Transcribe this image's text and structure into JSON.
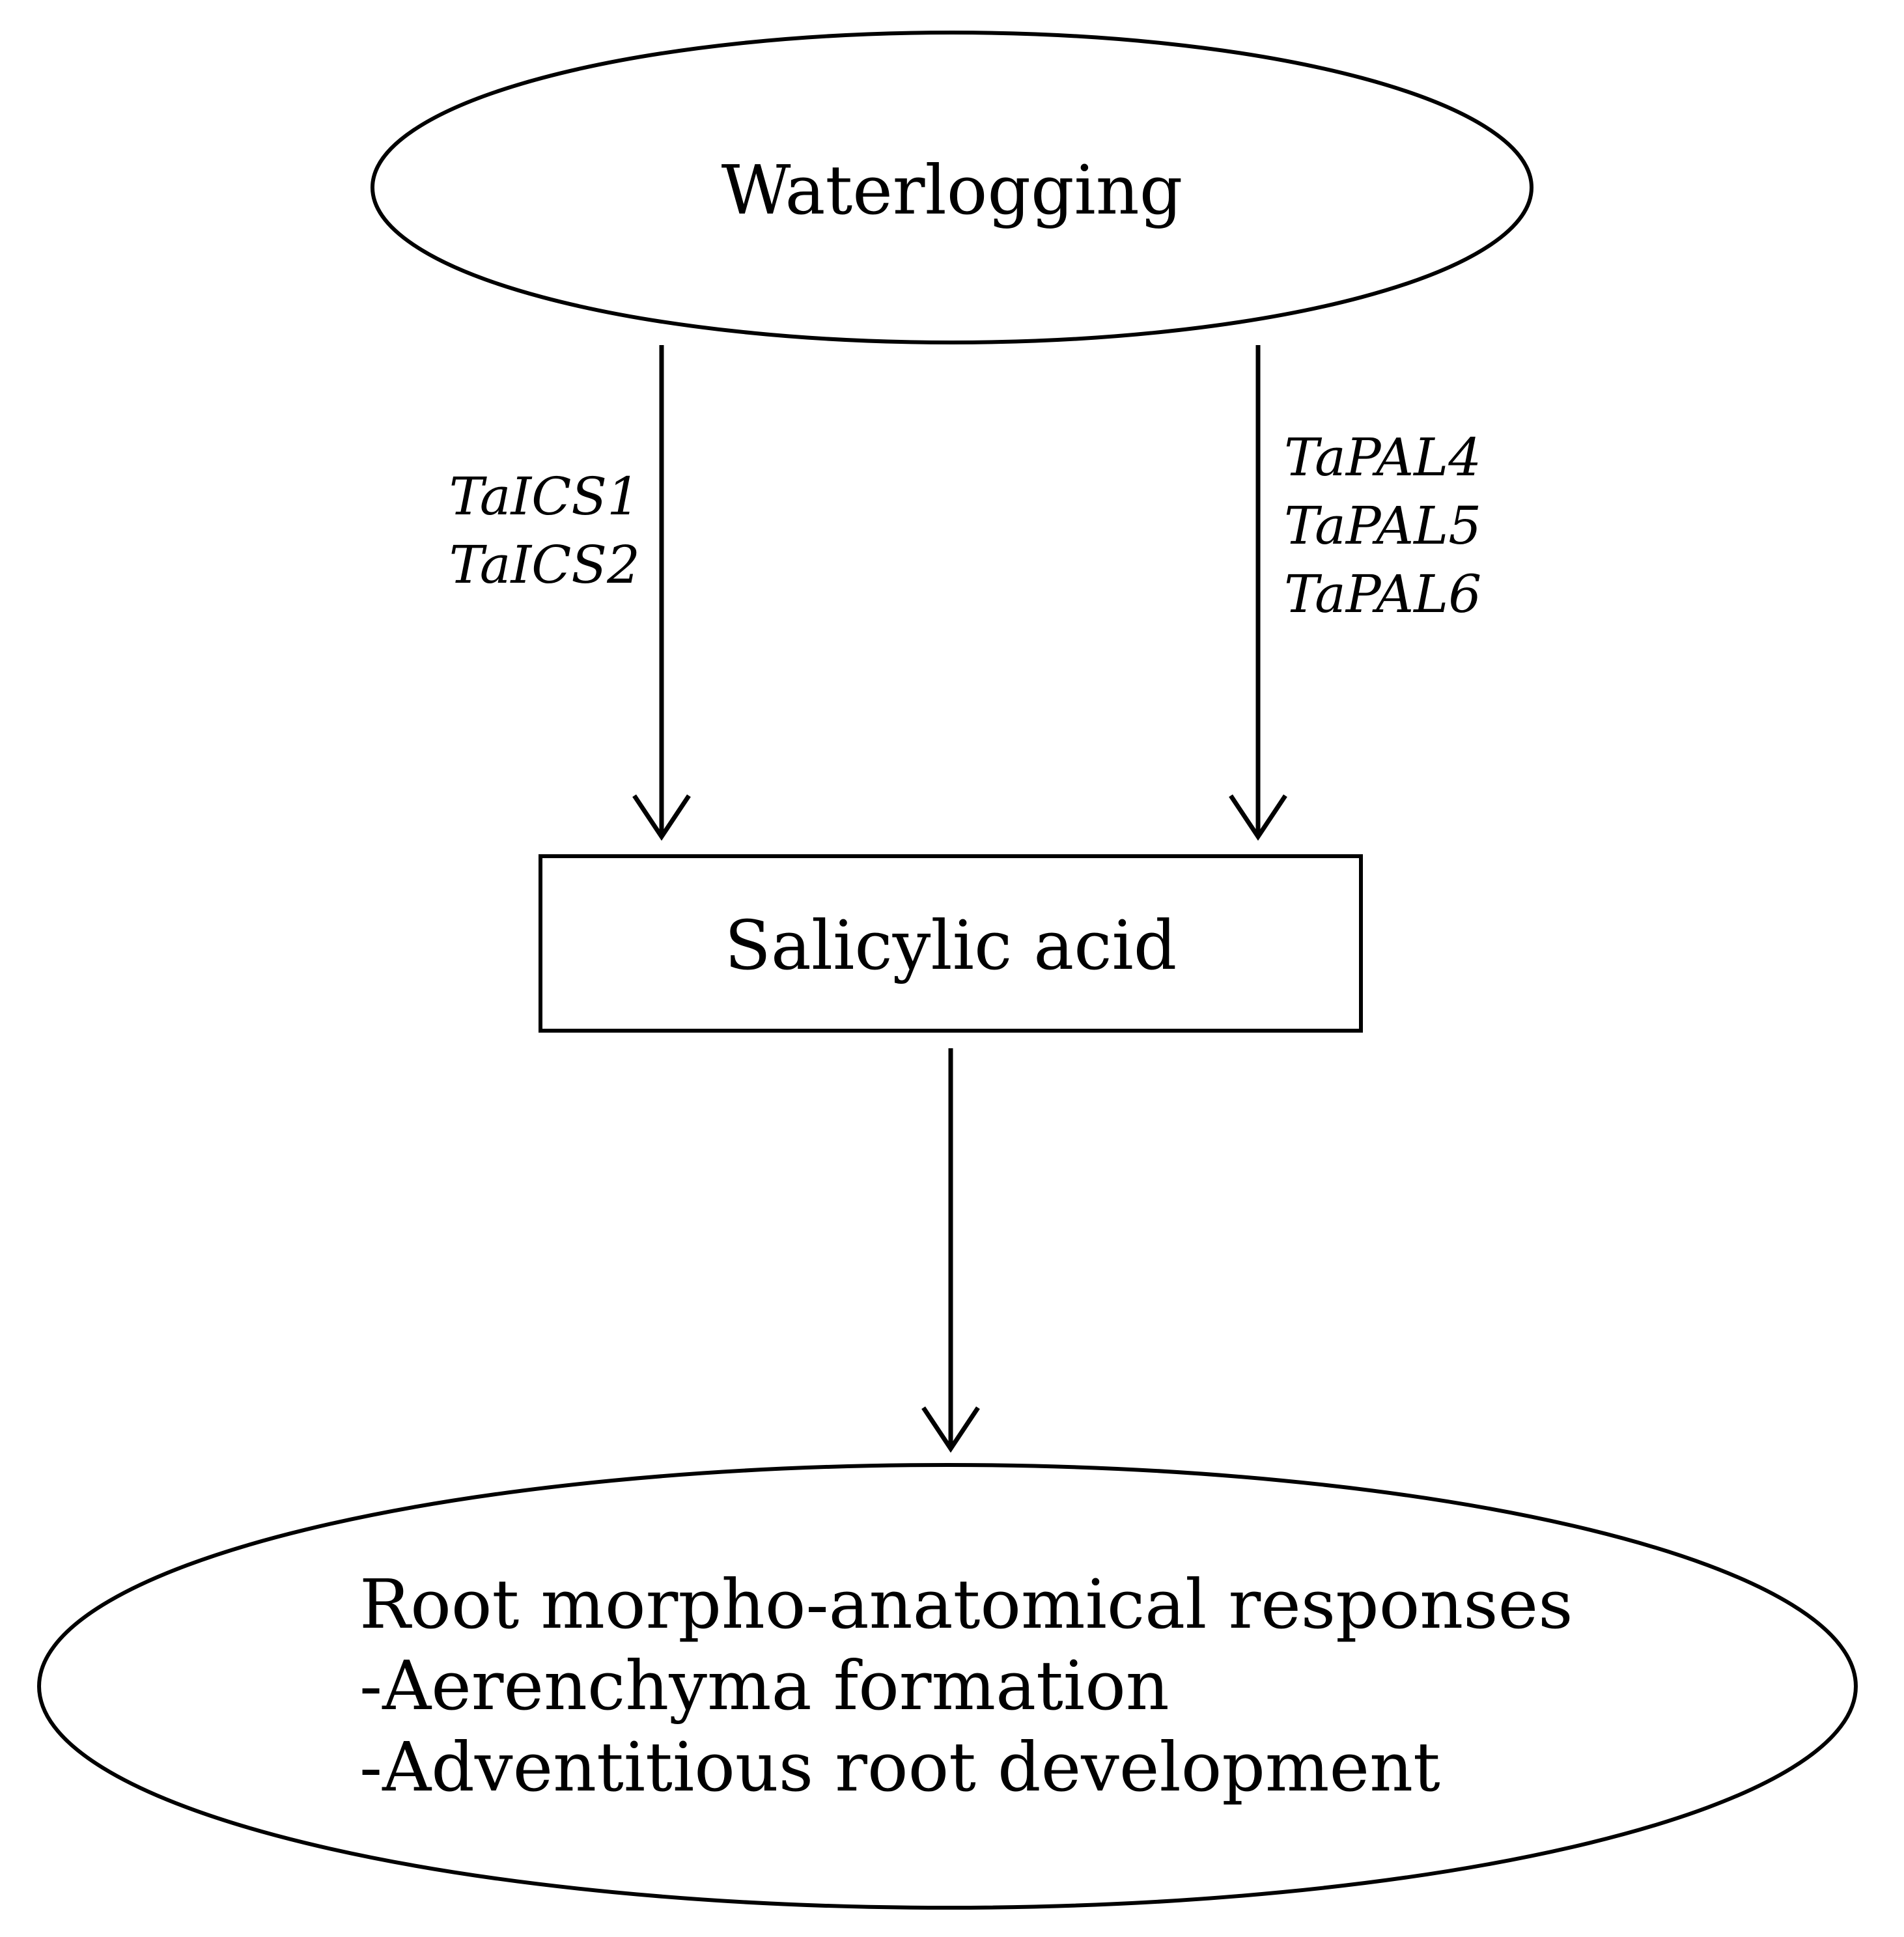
{
  "nodes": {
    "waterlogging": {
      "label": "Waterlogging"
    },
    "salicylic_acid": {
      "label": "Salicylic acid"
    },
    "root_responses": {
      "lines": [
        "Root morpho-anatomical responses",
        "-Aerenchyma formation",
        "-Adventitious root development"
      ]
    }
  },
  "edges": {
    "left": {
      "genes": [
        "TaICS1",
        "TaICS2"
      ]
    },
    "right": {
      "genes": [
        "TaPAL4",
        "TaPAL5",
        "TaPAL6"
      ]
    }
  },
  "colors": {
    "stroke": "#000000",
    "fill": "#ffffff",
    "text": "#000000"
  }
}
